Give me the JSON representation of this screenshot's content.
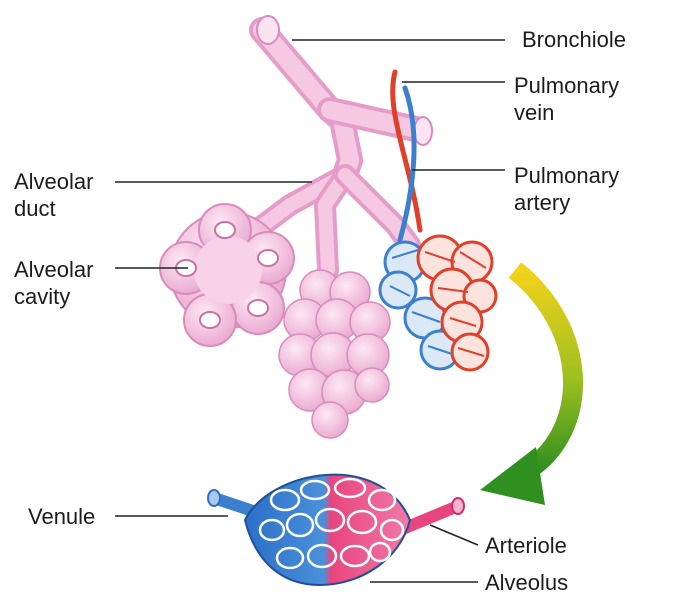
{
  "labels": {
    "bronchiole": "Bronchiole",
    "pulmonary_vein": [
      "Pulmonary",
      "vein"
    ],
    "pulmonary_artery": [
      "Pulmonary",
      "artery"
    ],
    "alveolar_duct": [
      "Alveolar",
      "duct"
    ],
    "alveolar_cavity": [
      "Alveolar",
      "cavity"
    ],
    "venule": "Venule",
    "arteriole": "Arteriole",
    "alveolus": "Alveolus"
  },
  "colors": {
    "tissue_pink": "#f2b6d8",
    "tissue_outline": "#d98bbd",
    "vein_blue": "#3d7fcf",
    "artery_red": "#e0402a",
    "arrow_start": "#f3d21a",
    "arrow_end": "#2f8f1f"
  }
}
